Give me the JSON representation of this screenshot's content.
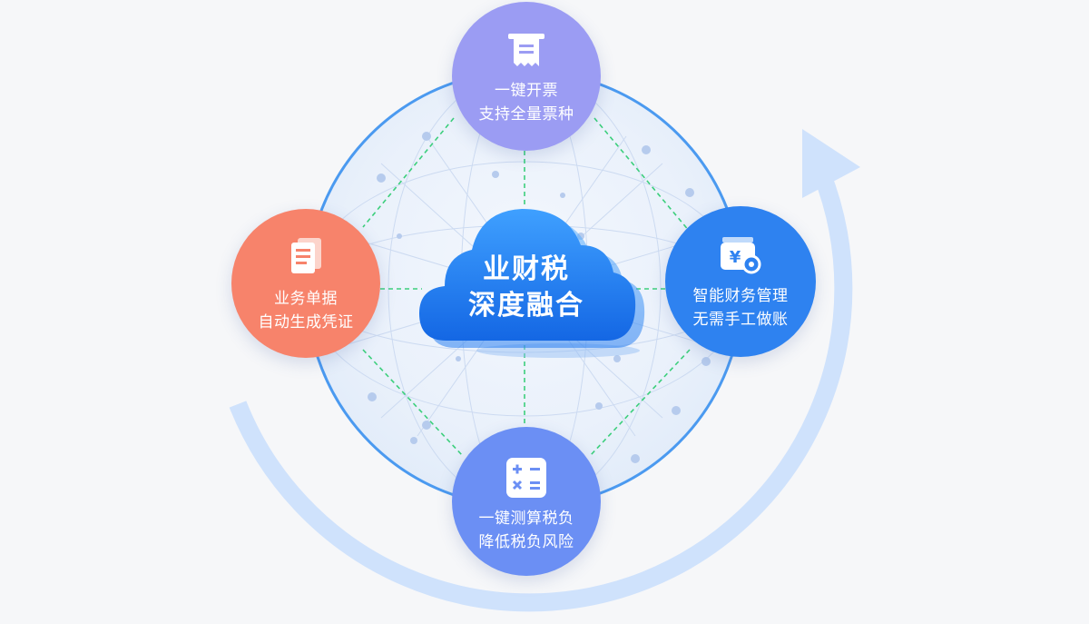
{
  "center": {
    "line1": "业财税",
    "line2": "深度融合"
  },
  "nodes": {
    "top": {
      "line1": "一键开票",
      "line2": "支持全量票种",
      "icon": "receipt-icon",
      "color": "#9b9cf3"
    },
    "left": {
      "line1": "业务单据",
      "line2": "自动生成凭证",
      "icon": "document-stack-icon",
      "color": "#f7836b"
    },
    "right": {
      "line1": "智能财务管理",
      "line2": "无需手工做账",
      "icon": "yen-gear-icon",
      "color": "#2e82f0"
    },
    "bottom": {
      "line1": "一键测算税负",
      "line2": "降低税负风险",
      "icon": "calculator-icon",
      "color": "#6b8ff4"
    }
  },
  "colors": {
    "ring": "#4b9af0",
    "connector": "#3ccf7c",
    "cycle_arrow": "#cfe2fc",
    "cloud": "#1d7ff0"
  }
}
